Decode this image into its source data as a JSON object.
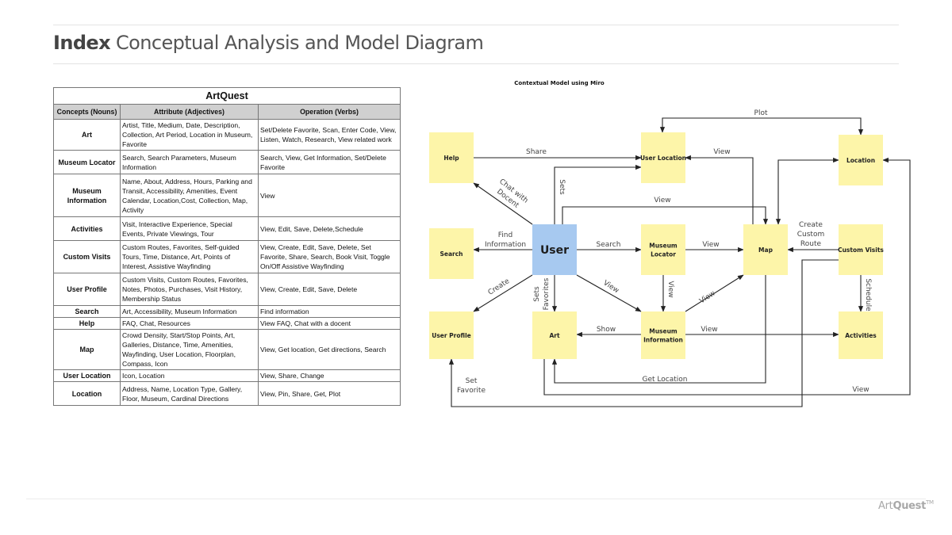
{
  "header": {
    "title_bold": "Index",
    "title_rest": "Conceptual Analysis and Model Diagram"
  },
  "table": {
    "caption": "ArtQuest",
    "columns": [
      "Concepts (Nouns)",
      "Attribute (Adjectives)",
      "Operation (Verbs)"
    ],
    "rows": [
      {
        "noun": "Art",
        "attributes": "Artist, Title, Medium, Date, Description, Collection, Art Period, Location in Museum, Favorite",
        "operations": "Set/Delete Favorite, Scan, Enter Code, View, Listen, Watch, Research, View related work"
      },
      {
        "noun": "Museum Locator",
        "attributes": "Search, Search Parameters, Museum Information",
        "operations": "Search, View, Get Information, Set/Delete Favorite"
      },
      {
        "noun": "Museum Information",
        "attributes": "Name, About, Address, Hours, Parking and Transit, Accessibility, Amenities, Event Calendar, Location,Cost, Collection, Map, Activity",
        "operations": "View"
      },
      {
        "noun": "Activities",
        "attributes": "Visit, Interactive Experience, Special Events, Private Viewings, Tour",
        "operations": "View, Edit, Save, Delete,Schedule"
      },
      {
        "noun": "Custom Visits",
        "attributes": "Custom Routes, Favorites, Self-guided Tours, Time, Distance, Art, Points of Interest, Assistive Wayfinding",
        "operations": "View, Create, Edit, Save, Delete, Set Favorite, Share, Search, Book Visit, Toggle On/Off Assistive Wayfinding"
      },
      {
        "noun": "User Profile",
        "attributes": "Custom Visits, Custom Routes, Favorites, Notes, Photos, Purchases, Visit History, Membership Status",
        "operations": "View, Create, Edit, Save, Delete"
      },
      {
        "noun": "Search",
        "attributes": "Art, Accessibility, Museum Information",
        "operations": "Find information"
      },
      {
        "noun": "Help",
        "attributes": "FAQ, Chat, Resources",
        "operations": "View FAQ, Chat with a docent"
      },
      {
        "noun": "Map",
        "attributes": "Crowd Density, Start/Stop Points, Art, Galleries, Distance, Time, Amenities, Wayfinding, User Location, Floorplan, Compass, Icon",
        "operations": "View, Get location, Get directions, Search"
      },
      {
        "noun": "User Location",
        "attributes": "Icon, Location",
        "operations": "View, Share, Change"
      },
      {
        "noun": "Location",
        "attributes": "Address, Name, Location Type, Gallery, Floor, Museum, Cardinal Directions",
        "operations": "View, Pin, Share, Get, Plot"
      }
    ]
  },
  "diagram": {
    "title": "Contextual Model using Miro",
    "colors": {
      "node": "#fdf5a9",
      "user_node": "#a7c9f0",
      "line": "#222222"
    },
    "nodes": {
      "help": "Help",
      "user_location": "User Location",
      "location": "Location",
      "search": "Search",
      "user": "User",
      "museum_locator": [
        "Museum",
        "Locator"
      ],
      "map": "Map",
      "custom_visits": "Custom Visits",
      "user_profile": "User Profile",
      "art": "Art",
      "museum_information": [
        "Museum",
        "Information"
      ],
      "activities": "Activities"
    },
    "edges": {
      "plot": "Plot",
      "share": "Share",
      "view_userloc": "View",
      "chat_with_docent": [
        "Chat with",
        "Docent"
      ],
      "sets": "Sets",
      "view_user_map": "View",
      "find_information": [
        "Find",
        "Information"
      ],
      "search": "Search",
      "view_locator_map": "View",
      "create_custom_route": [
        "Create",
        "Custom",
        "Route"
      ],
      "create": "Create",
      "sets_favorites": [
        "Sets",
        "Favorites"
      ],
      "view_user_info": "View",
      "view_locator_info": "View",
      "view_info_map": "View",
      "schedule": "Schedule",
      "show": "Show",
      "view_info_activities": "View",
      "get_location": "Get Location",
      "set_favorite": [
        "Set",
        "Favorite"
      ],
      "view_bottom": "View"
    }
  },
  "footer": {
    "brand_light": "Art",
    "brand_bold": "Quest",
    "trademark": "TM"
  }
}
